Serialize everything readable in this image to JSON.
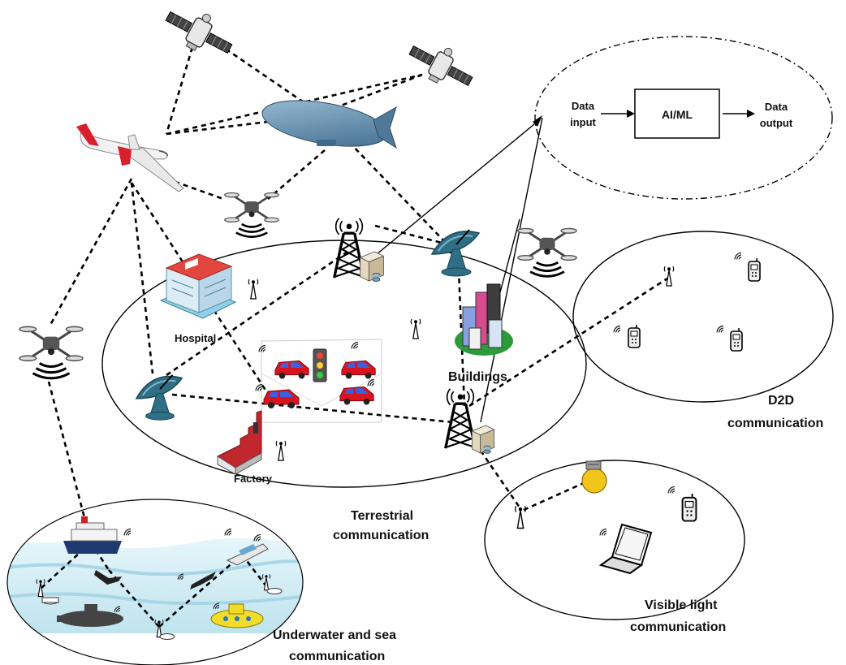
{
  "labels": {
    "hospital": "Hospital",
    "buildings": "Buildings",
    "factory": "Factory",
    "terrestrial_1": "Terrestrial",
    "terrestrial_2": "communication",
    "d2d_1": "D2D",
    "d2d_2": "communication",
    "vlc_1": "Visible light",
    "vlc_2": "communication",
    "underwater_1": "Underwater and sea",
    "underwater_2": "communication"
  },
  "ai_pipeline": {
    "input_1": "Data",
    "input_2": "input",
    "model": "AI/ML",
    "output_1": "Data",
    "output_2": "output"
  },
  "colors": {
    "sea": "#cfeaf2",
    "dish": "#2f6f86",
    "airship": "#5f86a6",
    "car": "#d9141f",
    "bulb": "#f2c51a",
    "sub": "#f2dc2b"
  }
}
